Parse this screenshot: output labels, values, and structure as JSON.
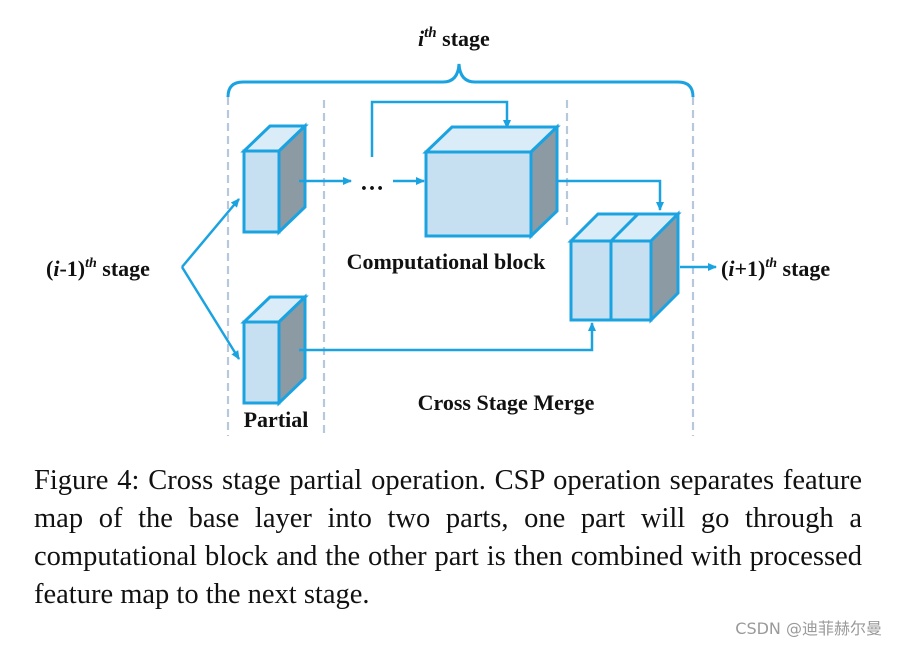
{
  "stage_top": {
    "base": "i",
    "sup": "th",
    "word": " stage"
  },
  "stage_prev": {
    "pre": "(",
    "italic": "i",
    "mid": "-1)",
    "sup": "th",
    "word": " stage"
  },
  "stage_next": {
    "pre": "(",
    "italic": "i",
    "mid": "+1)",
    "sup": "th",
    "word": " stage"
  },
  "labels": {
    "computational_block": "Computational block",
    "cross_stage_merge": "Cross Stage Merge",
    "partial": "Partial",
    "ellipsis": "…"
  },
  "caption": "Figure 4: Cross stage partial operation. CSP operation separates feature map of the base layer into two parts, one part will go through a computational block and the other part is then combined with processed feature map to the next stage.",
  "watermark": "CSDN @迪菲赫尔曼",
  "colors": {
    "line": "#1aa3e0",
    "front": "#c6e0f2",
    "top": "#d9ecf8",
    "side": "#8c9aa4",
    "dash": "#b8c8dc"
  }
}
